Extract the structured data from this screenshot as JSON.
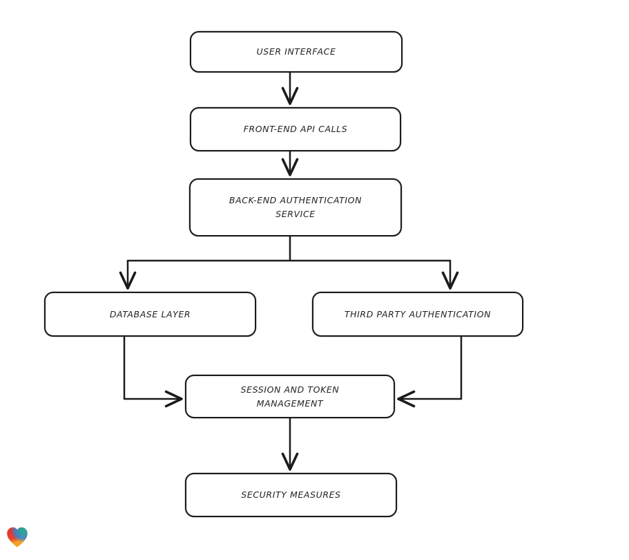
{
  "page": {
    "background_color": "#ffffff"
  },
  "diagram": {
    "type": "flowchart",
    "style": "hand-drawn",
    "stroke_color": "#1b1b1b",
    "text_color": "#1f1f1f",
    "node_fill_color": "#ffffff",
    "nodes": [
      {
        "id": "user-interface",
        "label": "USER INTERFACE"
      },
      {
        "id": "front-end-api-calls",
        "label": "FRONT-END API CALLS"
      },
      {
        "id": "back-end-authentication-service",
        "label": "BACK-END AUTHENTICATION SERVICE"
      },
      {
        "id": "database-layer",
        "label": "DATABASE LAYER"
      },
      {
        "id": "third-party-authentication",
        "label": "THIRD PARTY AUTHENTICATION"
      },
      {
        "id": "session-and-token-management",
        "label": "SESSION AND TOKEN MANAGEMENT"
      },
      {
        "id": "security-measures",
        "label": "SECURITY MEASURES"
      }
    ],
    "edges": [
      {
        "from": "user-interface",
        "to": "front-end-api-calls"
      },
      {
        "from": "front-end-api-calls",
        "to": "back-end-authentication-service"
      },
      {
        "from": "back-end-authentication-service",
        "to": "database-layer"
      },
      {
        "from": "back-end-authentication-service",
        "to": "third-party-authentication"
      },
      {
        "from": "database-layer",
        "to": "session-and-token-management"
      },
      {
        "from": "third-party-authentication",
        "to": "session-and-token-management"
      },
      {
        "from": "session-and-token-management",
        "to": "security-measures"
      }
    ],
    "logo": {
      "name": "heart-logo",
      "colors": [
        "#e3312d",
        "#f6a223",
        "#1fb089",
        "#3b82d0"
      ]
    }
  }
}
